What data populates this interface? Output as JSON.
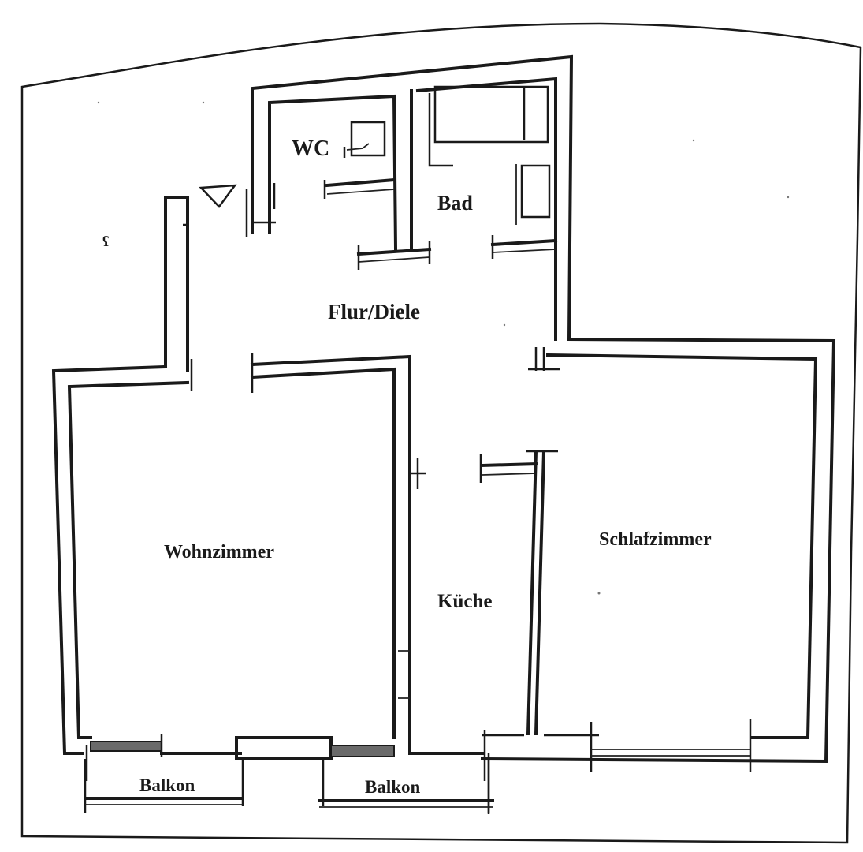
{
  "plan": {
    "rooms": [
      {
        "id": "wc",
        "label": "WC"
      },
      {
        "id": "bad",
        "label": "Bad"
      },
      {
        "id": "flur",
        "label": "Flur/Diele"
      },
      {
        "id": "wohnzimmer",
        "label": "Wohnzimmer"
      },
      {
        "id": "kueche",
        "label": "Küche"
      },
      {
        "id": "schlafzimmer",
        "label": "Schlafzimmer"
      },
      {
        "id": "balkon1",
        "label": "Balkon"
      },
      {
        "id": "balkon2",
        "label": "Balkon"
      }
    ],
    "symbols": {
      "entrance": "entrance-triangle-icon",
      "north_mark": "ʕ"
    },
    "colors": {
      "ink": "#1a1a1a",
      "paper": "#ffffff"
    }
  }
}
